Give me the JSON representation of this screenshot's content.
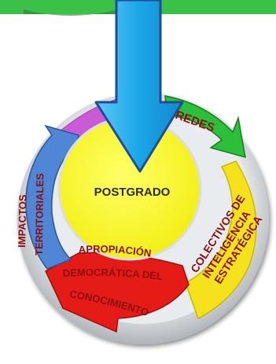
{
  "diagram": {
    "center": {
      "label": "POSTGRADO"
    },
    "segments": [
      {
        "id": "redes",
        "label": "REDES",
        "color": "#2bbf3a"
      },
      {
        "id": "colectivos",
        "lines": [
          "COLECTIVOS DE",
          "INTELIGENCIA",
          "ESTRATÉGICA"
        ],
        "color": "#f5e21c"
      },
      {
        "id": "apropiacion",
        "lines": [
          "APROPIACIÓN",
          "DEMOCRÁTICA DEL",
          "CONOCIMIENTO"
        ],
        "color": "#e51b17"
      },
      {
        "id": "impactos",
        "lines": [
          "IMPACTOS",
          "TERRITORIALES"
        ],
        "color": "#4f86d6"
      },
      {
        "id": "top-segment",
        "color": "#c95cd6"
      }
    ],
    "colors": {
      "banner": "#3cc148",
      "arrow": "#1aa6e8",
      "arrow_outline": "#1f4c99",
      "center_fill": "#ffff33",
      "label_text": "#8a1010"
    }
  }
}
